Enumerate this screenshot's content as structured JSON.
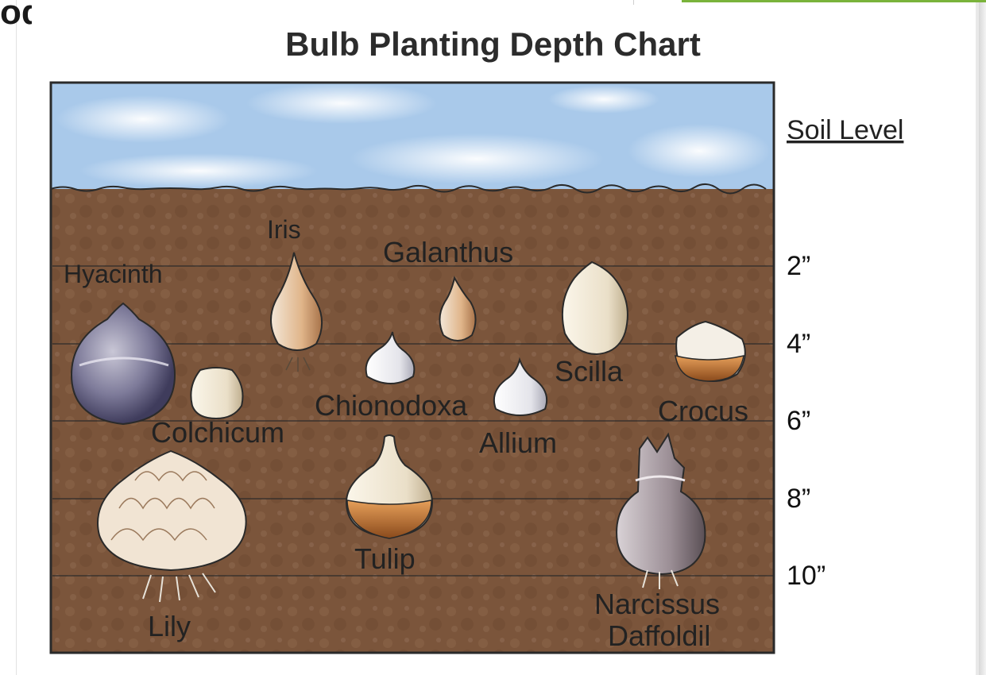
{
  "corner_text": "od",
  "title": "Bulb Planting Depth Chart",
  "soil_level_label": "Soil Level",
  "depth_marks": [
    {
      "label": "2”",
      "depth_in": 2
    },
    {
      "label": "4”",
      "depth_in": 4
    },
    {
      "label": "6”",
      "depth_in": 6
    },
    {
      "label": "8”",
      "depth_in": 8
    },
    {
      "label": "10”",
      "depth_in": 10
    }
  ],
  "bulbs": [
    {
      "name": "Hyacinth",
      "label": "Hyacinth"
    },
    {
      "name": "Iris",
      "label": "Iris"
    },
    {
      "name": "Galanthus",
      "label": "Galanthus"
    },
    {
      "name": "Scilla",
      "label": "Scilla"
    },
    {
      "name": "Crocus",
      "label": "Crocus"
    },
    {
      "name": "Colchicum",
      "label": "Colchicum"
    },
    {
      "name": "Chionodoxa",
      "label": "Chionodoxa"
    },
    {
      "name": "Allium",
      "label": "Allium"
    },
    {
      "name": "Tulip",
      "label": "Tulip"
    },
    {
      "name": "Lily",
      "label": "Lily"
    },
    {
      "name": "Narcissus",
      "label_lines": [
        "Narcissus",
        "Daffoldil"
      ]
    }
  ],
  "colors": {
    "sky": "#a9c9ea",
    "soil": "#7b553b",
    "outline": "#2a2a2a"
  }
}
